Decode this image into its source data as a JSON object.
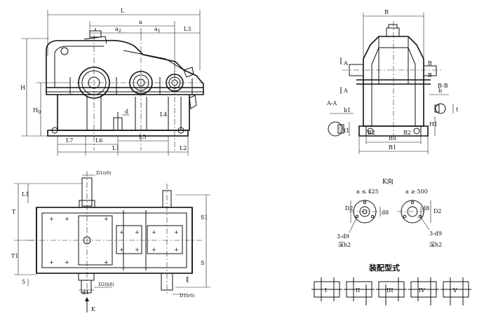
{
  "front_view": {
    "L": "L",
    "a": "a",
    "a1": "a",
    "a1_sub": "1",
    "a2": "a",
    "a2_sub": "2",
    "L3": "L3",
    "H": "H",
    "H0": "H",
    "H0_sub": "0",
    "L4": "L4",
    "d": "d",
    "L7": "L7",
    "L6": "L6",
    "L1": "L1",
    "L5": "L5",
    "L2": "L2"
  },
  "side_view": {
    "B": "B",
    "A_top": "A",
    "A_bottom": "A",
    "B_top": "B",
    "B_bottom": "B",
    "AA": "A-A",
    "BB": "B-B",
    "b1": "b1",
    "t1": "t1",
    "b": "b",
    "t": "t",
    "H1": "H1",
    "B2": "B2",
    "B3": "B3",
    "B1": "B1"
  },
  "plan_view": {
    "D1": "D1(r6)",
    "L1": "L1",
    "T": "T",
    "T1": "T1",
    "S1": "S1",
    "S": "S",
    "five": "5",
    "d1": "d1",
    "D2": "D2(h8)",
    "one": "1",
    "D1b": "D1(r6)",
    "K": "K"
  },
  "k_view": {
    "title": "K向",
    "left_cond": "a ≤ 425",
    "right_cond": "a ≥ 500",
    "D2": "D2",
    "d8": "d8",
    "d9_left": "3-d9",
    "d9_right": "3-d9",
    "depth_left": "深h2",
    "depth_right": "深h2"
  },
  "assembly": {
    "title": "装配型式",
    "types": [
      "I",
      "II",
      "III",
      "IV",
      "V"
    ]
  }
}
